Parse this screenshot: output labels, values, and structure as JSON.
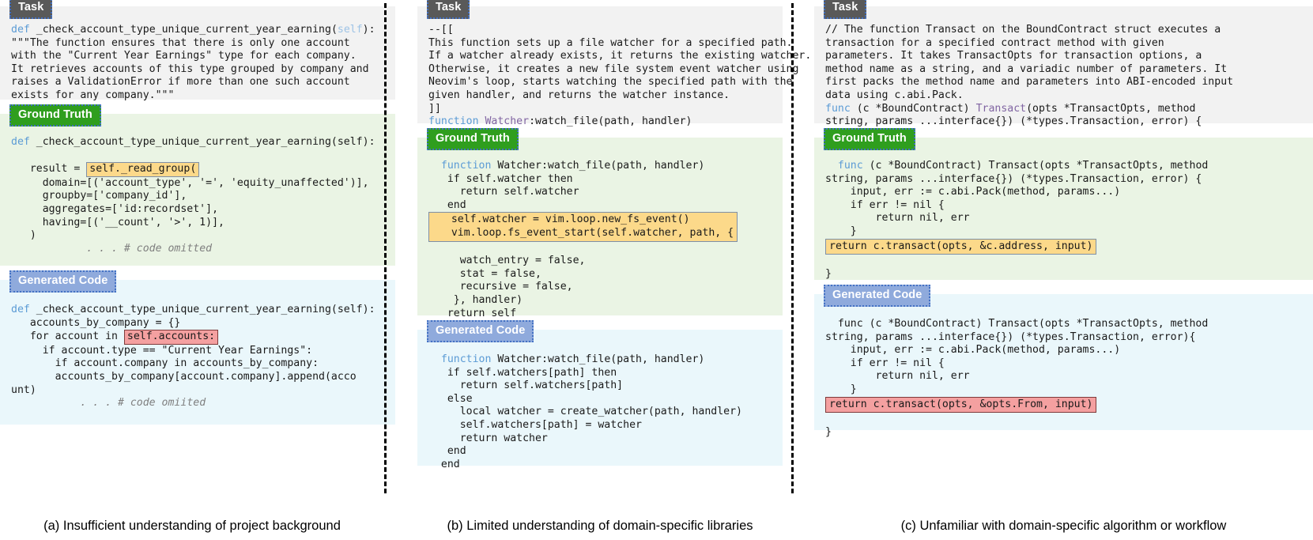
{
  "figure": {
    "badges": {
      "task": "Task",
      "ground_truth": "Ground Truth",
      "generated_code": "Generated Code"
    },
    "colors": {
      "badge_task_bg": "#595959",
      "badge_truth_bg": "#2f9e1e",
      "badge_gen_bg": "#8faadc",
      "badge_border": "#4472c4",
      "panel_task_bg": "#f2f2f2",
      "panel_truth_bg": "#eaf4e4",
      "panel_gen_bg": "#eaf7fb",
      "highlight_orange": "#fcd98a",
      "highlight_red": "#f4a0a0",
      "keyword_blue": "#5b9bd5",
      "function_purple": "#8064a2",
      "comment_gray": "#7f7f7f"
    }
  },
  "columns": [
    {
      "id": "a",
      "caption": "(a) Insufficient understanding of project background",
      "task_code": "def _check_account_type_unique_current_year_earning(self):\n\"\"\"The function ensures that there is only one account\nwith the \"Current Year Earnings\" type for each company.\nIt retrieves accounts of this type grouped by company and\nraises a ValidationError if more than one such account\nexists for any company.\"\"\"",
      "task_tokens": {
        "kw": "def",
        "name": "_check_account_type_unique_current_year_earning",
        "param": "self"
      },
      "ground_truth_code": "def _check_account_type_unique_current_year_earning(self):\n\n    result = self._read_group(\n      domain=[('account_type', '=', 'equity_unaffected')],\n      groupby=['company_id'],\n      aggregates=['id:recordset'],\n      having=[('__count', '>', 1)],\n    )\n            . . . # code omitted",
      "ground_truth_lines": [
        "def _check_account_type_unique_current_year_earning(self):",
        "",
        "    result = ",
        "self._read_group(",
        "      domain=[('account_type', '=', 'equity_unaffected')],",
        "      groupby=['company_id'],",
        "      aggregates=['id:recordset'],",
        "      having=[('__count', '>', 1)],",
        "    )",
        "            . . . # code omitted"
      ],
      "gt_highlight": "self._read_group(",
      "generated_code_lines": [
        "def _check_account_type_unique_current_year_earning(self):",
        "    accounts_by_company = {}",
        "    for account in ",
        "self.accounts:",
        "      if account.type == \"Current Year Earnings\":",
        "        if account.company in accounts_by_company:",
        "        accounts_by_company[account.company].append(acco",
        "unt)",
        "            . . . # code omiited"
      ],
      "gen_highlight": "self.accounts:"
    },
    {
      "id": "b",
      "caption": "(b) Limited understanding of domain-specific libraries",
      "task_code": "--[[\nThis function sets up a file watcher for a specified path.\nIf a watcher already exists, it returns the existing watcher.\nOtherwise, it creates a new file system event watcher using\nNeovim's loop, starts watching the specified path with the\ngiven handler, and returns the watcher instance.\n]]\nfunction Watcher:watch_file(path, handler)",
      "task_tokens": {
        "kw": "function",
        "name": "Watcher",
        "rest": ":watch_file(path, handler)"
      },
      "ground_truth_lines": [
        "  function Watcher:watch_file(path, handler)",
        "    if self.watcher then",
        "      return self.watcher",
        "    end",
        "    self.watcher = vim.loop.new_fs_event()",
        "    vim.loop.fs_event_start(self.watcher, path, {",
        "      watch_entry = false,",
        "      stat = false,",
        "      recursive = false,",
        "     }, handler)",
        "    return self",
        "  end"
      ],
      "gt_highlight_lines": [
        "self.watcher = vim.loop.new_fs_event()",
        "vim.loop.fs_event_start(self.watcher, path, {"
      ],
      "generated_code_lines": [
        "  function Watcher:watch_file(path, handler)",
        "    if self.watchers[path] then",
        "      return self.watchers[path]",
        "    else",
        "      local watcher = create_watcher(path, handler)",
        "      self.watchers[path] = watcher",
        "      return watcher",
        "    end",
        "  end"
      ]
    },
    {
      "id": "c",
      "caption": "(c) Unfamiliar with domain-specific algorithm or workflow",
      "task_code": "// The function Transact on the BoundContract struct executes a\ntransaction for a specified contract method with given\nparameters. It takes TransactOpts for transaction options, a\nmethod name as a string, and a variadic number of parameters. It\nfirst packs the method name and parameters into ABI-encoded input\ndata using c.abi.Pack.\nfunc (c *BoundContract) Transact(opts *TransactOpts, method\nstring, params ...interface{}) (*types.Transaction, error) {",
      "task_tokens": {
        "kw": "func",
        "name": "Transact"
      },
      "ground_truth_lines": [
        "  func (c *BoundContract) Transact(opts *TransactOpts, method",
        "string, params ...interface{}) (*types.Transaction, error) {",
        "     input, err := c.abi.Pack(method, params...)",
        "     if err != nil {",
        "          return nil, err",
        "     }",
        "     return c.transact(opts, &c.address, input)",
        "}"
      ],
      "gt_highlight": "return c.transact(opts, &c.address, input)",
      "generated_code_lines": [
        "  func (c *BoundContract) Transact(opts *TransactOpts, method",
        "string, params ...interface{}) (*types.Transaction, error){",
        "     input, err := c.abi.Pack(method, params...)",
        "     if err != nil {",
        "          return nil, err",
        "     }",
        "     return c.transact(opts, &opts.From, input)",
        "}"
      ],
      "gen_highlight": "return c.transact(opts, &opts.From, input)"
    }
  ]
}
